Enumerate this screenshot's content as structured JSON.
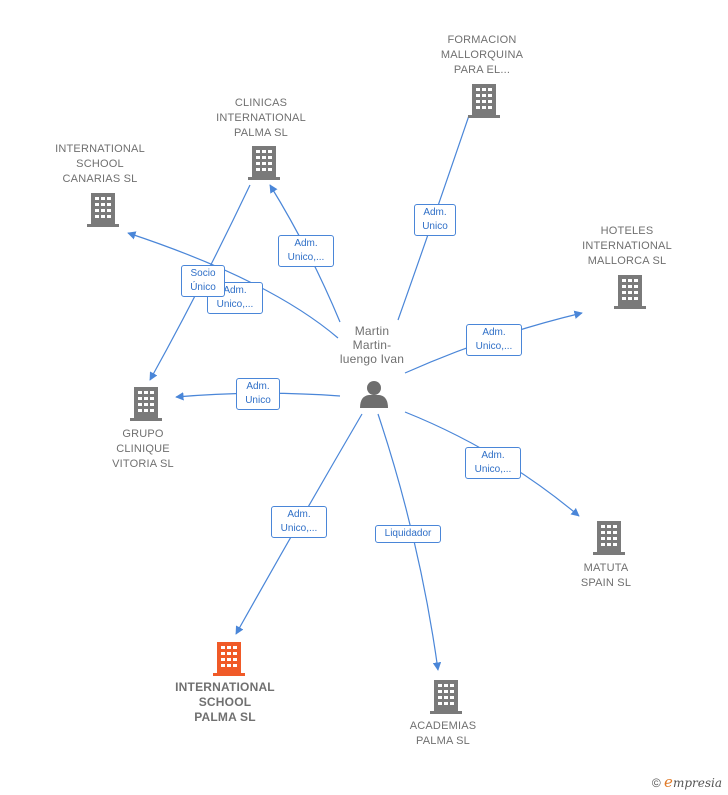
{
  "center": {
    "label": "Martin\nMartin-\nluengo Ivan",
    "icon": "person-icon"
  },
  "companies": [
    {
      "id": "formacion",
      "label": "FORMACION\nMALLORQUINA\nPARA EL...",
      "icon": "building-icon",
      "focus": false
    },
    {
      "id": "clinicas",
      "label": "CLINICAS\nINTERNATIONAL\nPALMA  SL",
      "icon": "building-icon",
      "focus": false
    },
    {
      "id": "school-canarias",
      "label": "INTERNATIONAL\nSCHOOL\nCANARIAS  SL",
      "icon": "building-icon",
      "focus": false
    },
    {
      "id": "hoteles",
      "label": "HOTELES\nINTERNATIONAL\nMALLORCA  SL",
      "icon": "building-icon",
      "focus": false
    },
    {
      "id": "grupo",
      "label": "GRUPO\nCLINIQUE\nVITORIA  SL",
      "icon": "building-icon",
      "focus": false
    },
    {
      "id": "matuta",
      "label": "MATUTA\nSPAIN  SL",
      "icon": "building-icon",
      "focus": false
    },
    {
      "id": "school-palma",
      "label": "INTERNATIONAL\nSCHOOL\nPALMA  SL",
      "icon": "building-icon",
      "focus": true
    },
    {
      "id": "academias",
      "label": "ACADEMIAS\nPALMA SL",
      "icon": "building-icon",
      "focus": false
    }
  ],
  "edges": [
    {
      "id": "e-formacion",
      "label": "Adm.\nUnico"
    },
    {
      "id": "e-clinicas",
      "label": "Adm.\nUnico,..."
    },
    {
      "id": "e-canarias",
      "label": "Adm.\nUnico,..."
    },
    {
      "id": "e-socio",
      "label": "Socio\nÚnico"
    },
    {
      "id": "e-hoteles",
      "label": "Adm.\nUnico,..."
    },
    {
      "id": "e-grupo",
      "label": "Adm.\nUnico"
    },
    {
      "id": "e-matuta",
      "label": "Adm.\nUnico,..."
    },
    {
      "id": "e-palma",
      "label": "Adm.\nUnico,..."
    },
    {
      "id": "e-academias",
      "label": "Liquidador"
    }
  ],
  "colors": {
    "edge": "#4a86d8",
    "building": "#7a7a7a",
    "focus_building": "#f05a28",
    "person": "#6e6e6e"
  },
  "footer": {
    "copyright_symbol": "©",
    "brand_initial": "e",
    "brand_rest": "mpresia"
  }
}
